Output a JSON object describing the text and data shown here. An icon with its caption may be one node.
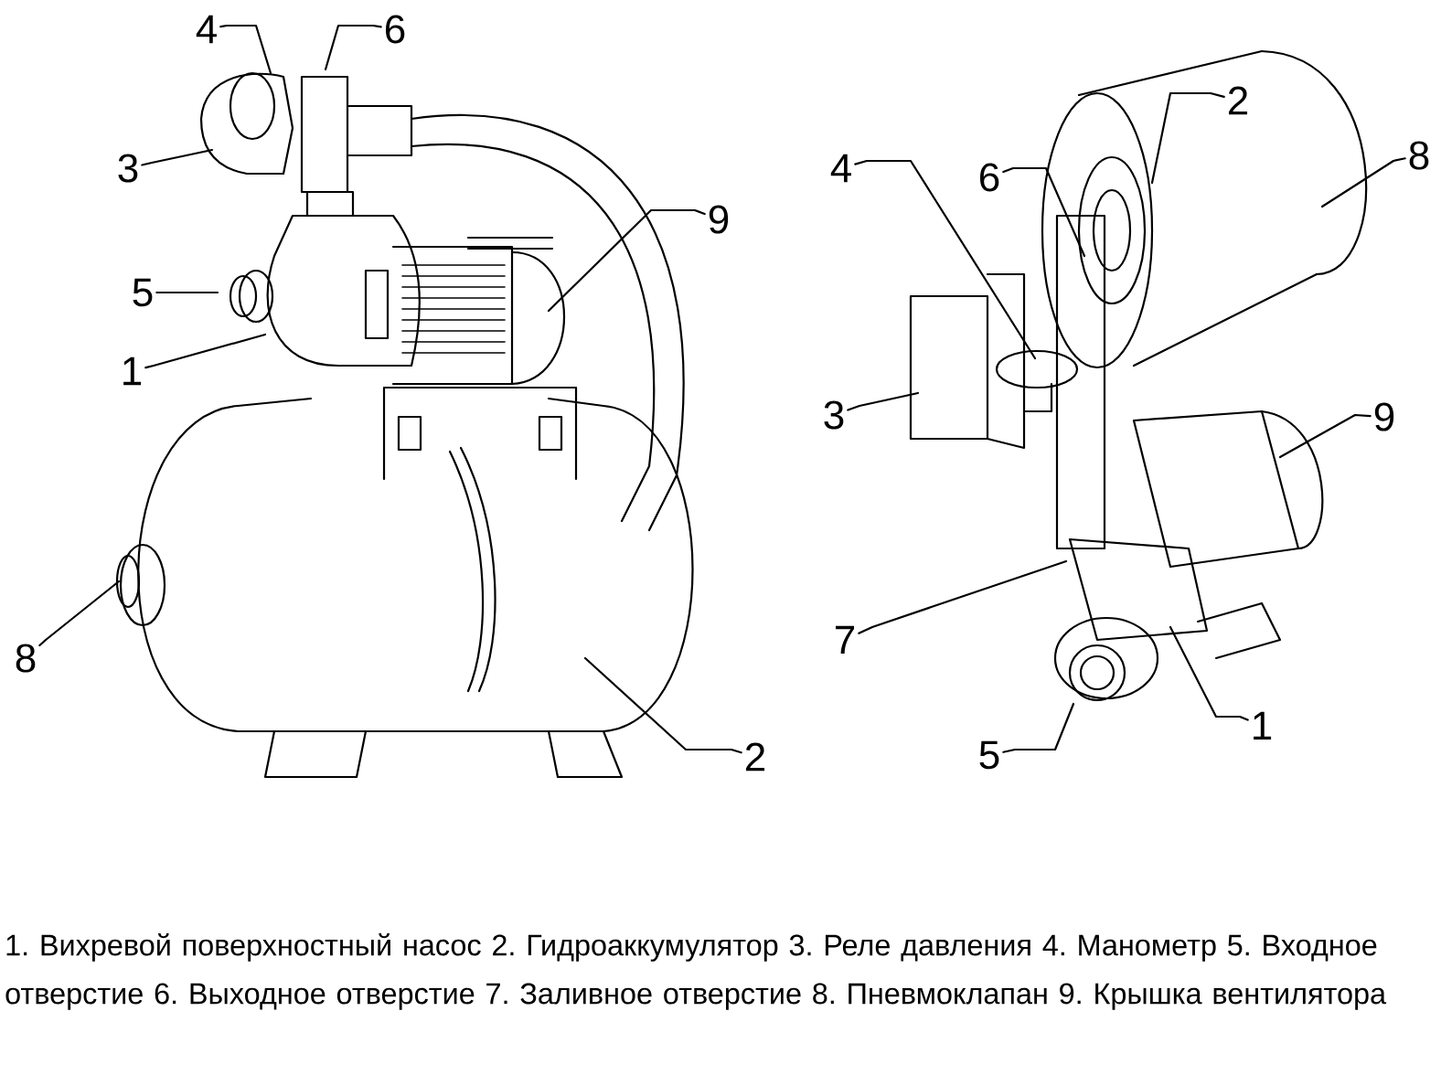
{
  "diagram": {
    "caption": "1. Вихревой поверхностный насос 2. Гидроаккумулятор 3. Реле давления 4. Манометр 5. Входное отверстие 6. Выходное отверстие 7. Заливное отверстие 8. Пневмоклапан 9. Крышка вентилятора",
    "nodes": [
      {
        "text": [
          "4"
        ]
      },
      {
        "text": [
          "6"
        ]
      },
      {
        "text": [
          "3"
        ]
      },
      {
        "text": [
          "9"
        ]
      },
      {
        "text": [
          "5"
        ]
      },
      {
        "text": [
          "1"
        ]
      },
      {
        "text": [
          "8"
        ]
      },
      {
        "text": [
          "2"
        ]
      },
      {
        "text": [
          "2"
        ]
      },
      {
        "text": [
          "8"
        ]
      },
      {
        "text": [
          "4"
        ]
      },
      {
        "text": [
          "6"
        ]
      },
      {
        "text": [
          "3"
        ]
      },
      {
        "text": [
          "9"
        ]
      },
      {
        "text": [
          "7"
        ]
      },
      {
        "text": [
          "1"
        ]
      },
      {
        "text": [
          "5"
        ]
      }
    ],
    "edges": [
      {
        "from": 0,
        "to": null,
        "arrow": "none"
      },
      {
        "from": 1,
        "to": null,
        "arrow": "none"
      },
      {
        "from": 2,
        "to": null,
        "arrow": "none"
      },
      {
        "from": 3,
        "to": null,
        "arrow": "none"
      },
      {
        "from": 4,
        "to": null,
        "arrow": "none"
      },
      {
        "from": 5,
        "to": null,
        "arrow": "none"
      },
      {
        "from": 6,
        "to": null,
        "arrow": "none"
      },
      {
        "from": 7,
        "to": null,
        "arrow": "none"
      },
      {
        "from": 8,
        "to": null,
        "arrow": "none"
      },
      {
        "from": 9,
        "to": null,
        "arrow": "none"
      },
      {
        "from": 10,
        "to": null,
        "arrow": "none"
      },
      {
        "from": 11,
        "to": null,
        "arrow": "none"
      },
      {
        "from": 12,
        "to": null,
        "arrow": "none"
      },
      {
        "from": 13,
        "to": null,
        "arrow": "none"
      },
      {
        "from": 14,
        "to": null,
        "arrow": "none"
      },
      {
        "from": 15,
        "to": null,
        "arrow": "none"
      },
      {
        "from": 16,
        "to": null,
        "arrow": "none"
      }
    ]
  }
}
